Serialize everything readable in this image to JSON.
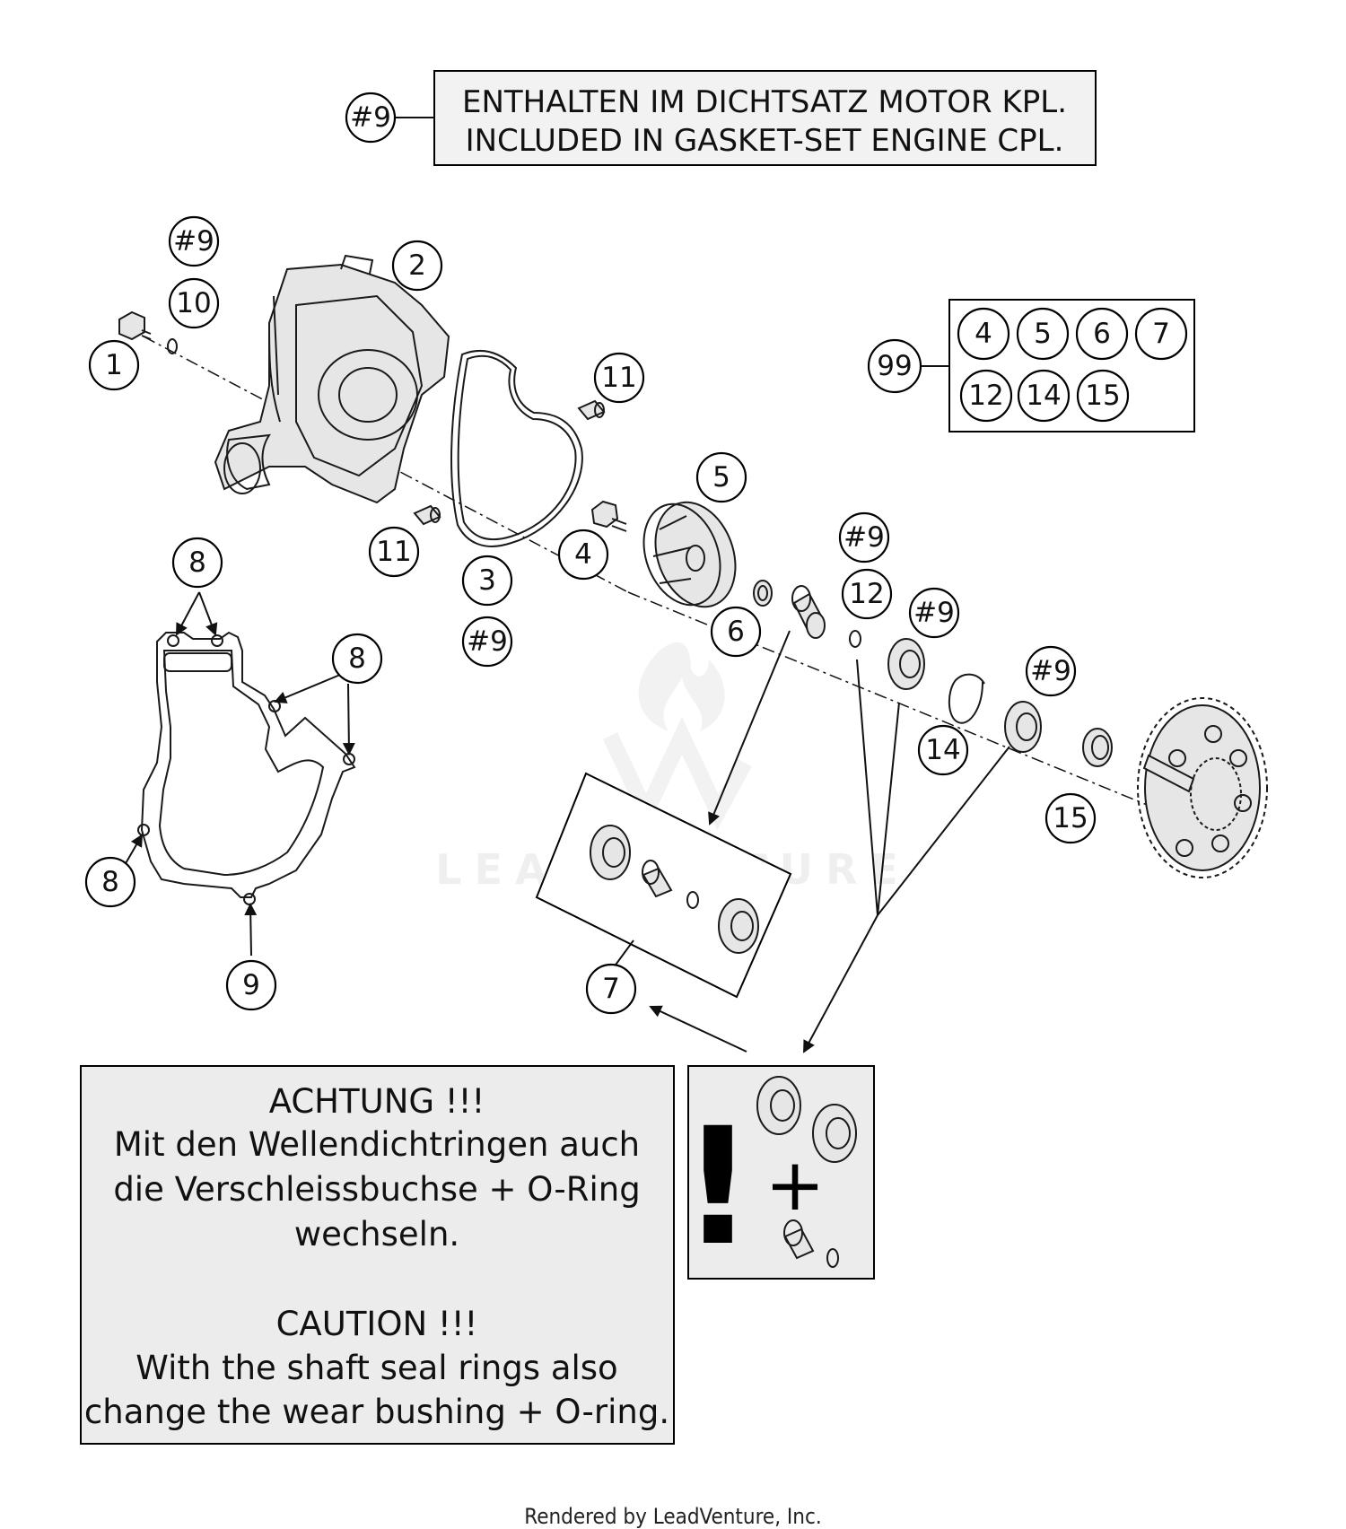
{
  "header_note": {
    "ref": "#9",
    "line1": "ENTHALTEN IM DICHTSATZ MOTOR KPL.",
    "line2": "INCLUDED IN GASKET-SET ENGINE CPL."
  },
  "kit_box": {
    "ref": "99",
    "row1": [
      "4",
      "5",
      "6",
      "7"
    ],
    "row2": [
      "12",
      "14",
      "15"
    ]
  },
  "callouts": {
    "c1": "1",
    "c2": "2",
    "c3": "3",
    "c4": "4",
    "c5": "5",
    "c6": "6",
    "c7": "7",
    "c8a": "8",
    "c8b": "8",
    "c8c": "8",
    "c9": "9",
    "c10": "10",
    "c11a": "11",
    "c11b": "11",
    "c12": "12",
    "c14": "14",
    "c15": "15",
    "h1": "#9",
    "h2": "#9",
    "h3": "#9",
    "h4": "#9",
    "h5": "#9"
  },
  "caution_box": {
    "de_title": "ACHTUNG !!!",
    "de_line1": "Mit den Wellendichtringen auch",
    "de_line2": "die Verschleissbuchse + O-Ring",
    "de_line3": "wechseln.",
    "en_title": "CAUTION !!!",
    "en_line1": "With the shaft seal rings also",
    "en_line2": "change the wear bushing + O-ring."
  },
  "warning_symbol": {
    "exclamation": "!",
    "plus": "+"
  },
  "watermark": "LEADVENTURE",
  "footer": "Rendered by LeadVenture, Inc."
}
